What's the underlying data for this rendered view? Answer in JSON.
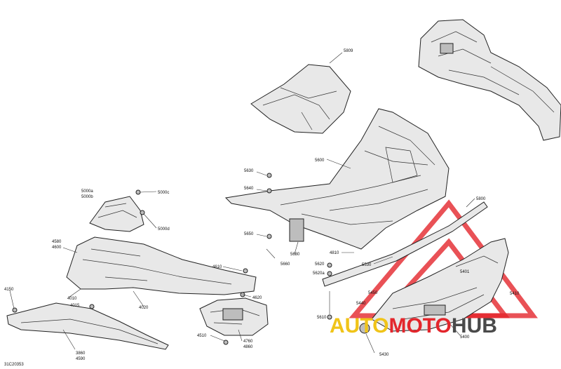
{
  "diagram_code": "31C20353",
  "watermark": {
    "word_auto": "AUTO",
    "word_moto": "MOTO",
    "word_hub": "HUB",
    "color_auto": "#f0c419",
    "color_moto": "#e3262c",
    "color_hub": "#4a4a4a"
  },
  "labels": {
    "l5809": "5809",
    "l5600": "5600",
    "l5630": "5630",
    "l5640": "5640",
    "l5650": "5650",
    "l5660": "5660",
    "l5680": "5680",
    "l5620a": "5620a",
    "l5620": "5620",
    "l5610": "5610",
    "l4810": "4810",
    "l5530": "5530",
    "l5000a": "5000a",
    "l5000b": "5000b",
    "l5000c": "5000c",
    "l5000d": "5000d",
    "l4580": "4580",
    "l4600": "4600",
    "l4610": "4610",
    "l4620": "4620",
    "l4010": "4010",
    "l4015": "4015",
    "l4020": "4020",
    "l4150": "4150",
    "l3860": "3860",
    "l4590": "4590",
    "l4510": "4510",
    "l4760": "4760",
    "l4860": "4860",
    "l5800": "5800",
    "l5401": "5401",
    "l5410": "5410",
    "l5450": "5450",
    "l5440": "5440",
    "l5400": "5400",
    "l5430": "5430"
  }
}
